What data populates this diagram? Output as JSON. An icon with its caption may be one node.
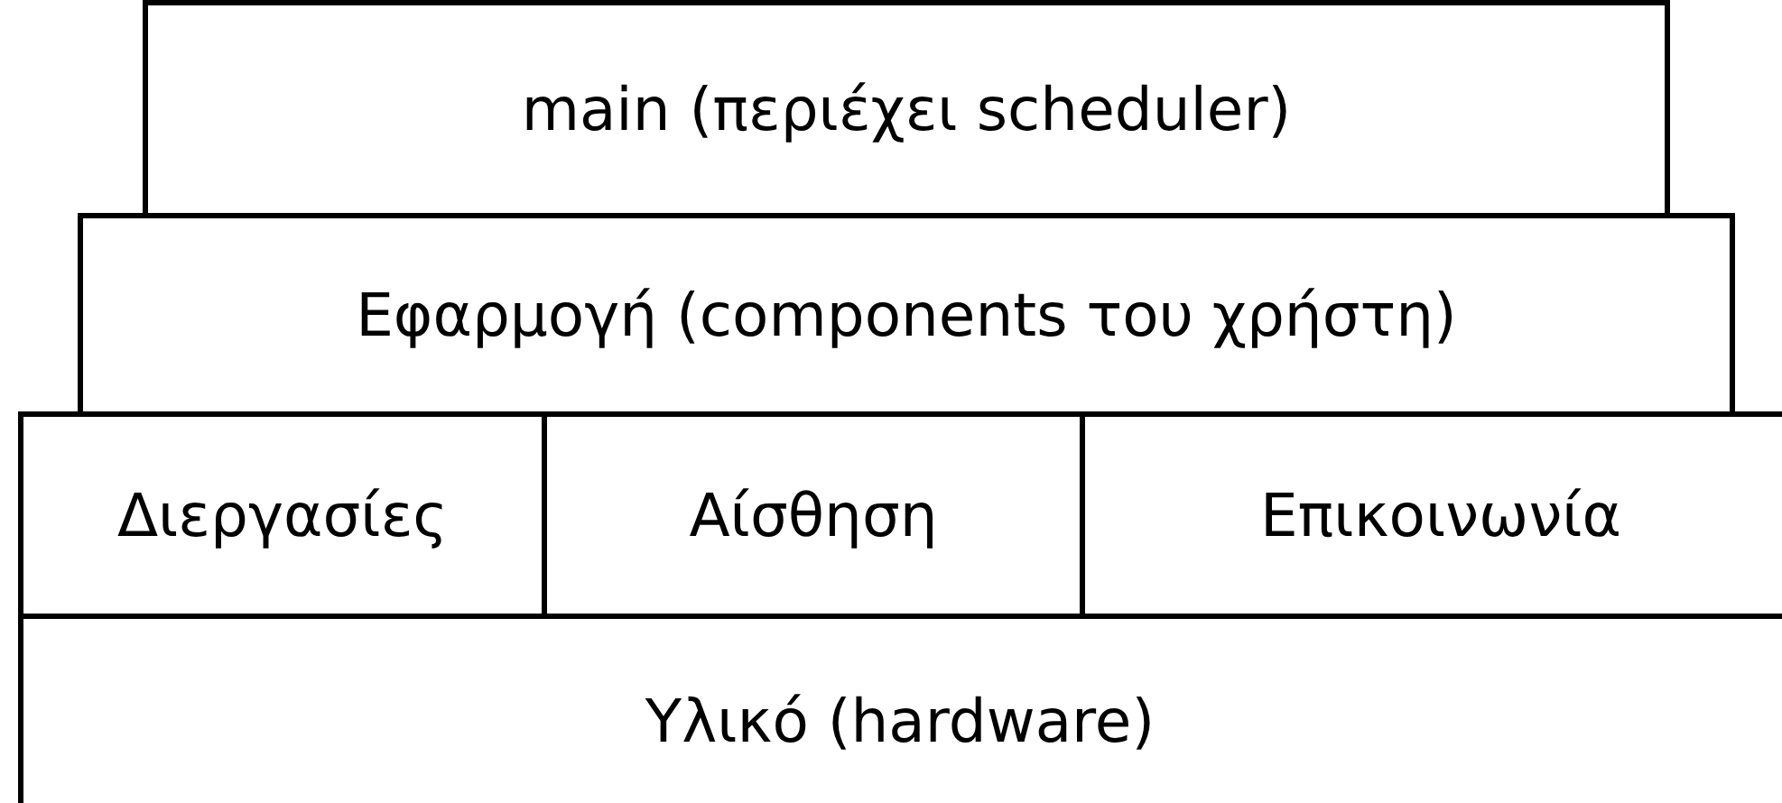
{
  "diagram": {
    "nodes": [
      {
        "text": [
          "main (περιέχει scheduler)"
        ]
      },
      {
        "text": [
          "Εφαρμογή (components του χρήστη)"
        ]
      },
      {
        "text": [
          "Διεργασίες"
        ]
      },
      {
        "text": [
          "Αίσθηση"
        ]
      },
      {
        "text": [
          "Επικοινωνία"
        ]
      },
      {
        "text": [
          "Υλικό (hardware)"
        ]
      }
    ]
  }
}
